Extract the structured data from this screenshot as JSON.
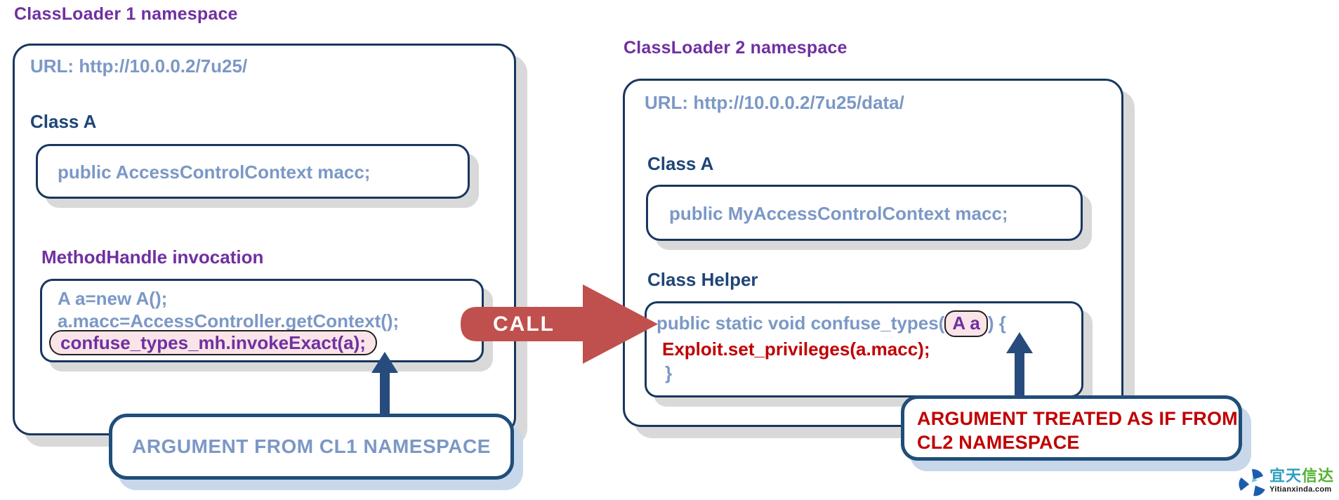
{
  "left_panel": {
    "title": "ClassLoader 1 namespace",
    "url": "URL: http://10.0.0.2/7u25/",
    "class_a_heading": "Class A",
    "class_a_code": "public AccessControlContext macc;",
    "invocation_heading": "MethodHandle invocation",
    "code_lines": {
      "line1": "A a=new A();",
      "line2": "a.macc=AccessController.getContext();",
      "line3_highlighted": "confuse_types_mh.invokeExact(a);"
    },
    "annotation": "ARGUMENT FROM CL1 NAMESPACE"
  },
  "call_arrow": {
    "label": "CALL"
  },
  "right_panel": {
    "title": "ClassLoader 2 namespace",
    "url": "URL: http://10.0.0.2/7u25/data/",
    "class_a_heading": "Class A",
    "class_a_code": "public MyAccessControlContext macc;",
    "helper_heading": "Class Helper",
    "helper_code": {
      "line1_prefix": "public static void confuse_types(",
      "line1_highlight": "A a",
      "line1_suffix": ") {",
      "line2": "Exploit.set_privileges(a.macc);",
      "line3": "}"
    },
    "annotation_line1": "ARGUMENT TREATED AS IF FROM",
    "annotation_line2": "CL2 NAMESPACE"
  },
  "watermark": {
    "cn_text_blue": "宜天",
    "cn_text_green": "信达",
    "domain": "Yitianxinda.com"
  },
  "icons": {
    "call_arrow": "right-arrow-solid",
    "left_pointer": "up-arrow-solid",
    "right_pointer": "up-arrow-solid",
    "logo": "pinwheel-triangles"
  },
  "colors": {
    "purple_heading": "#7030a0",
    "navy_heading": "#1f4577",
    "steel_blue_text": "#7b98c6",
    "box_border_navy": "#17375e",
    "annotation_border_navy": "#1f4e79",
    "red_text": "#c00000",
    "call_arrow_red": "#c0504d",
    "pointer_arrow_navy": "#274b7d",
    "highlight_pink": "#f9e4e8",
    "shadow_gray": "#d9d9d9",
    "shadow_light_blue": "#c8d7ea",
    "logo_blue": "#1b5cae",
    "cn_teal": "#2f9fc0",
    "cn_green": "#55b232"
  }
}
